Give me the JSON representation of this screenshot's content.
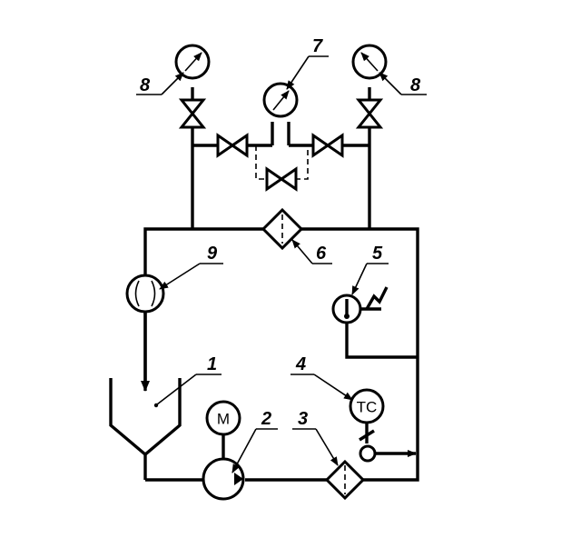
{
  "labels": {
    "tank": "1",
    "pump": "2",
    "filter_lower": "3",
    "temperature_controller": "4",
    "thermometer": "5",
    "filter_upper": "6",
    "pressure_gauge_center": "7",
    "pressure_gauge_left": "8",
    "pressure_gauge_right": "8",
    "flow_meter": "9"
  },
  "symbol_text": {
    "motor": "M",
    "temperature_controller": "TC"
  },
  "icons": {
    "motor": "motor-icon",
    "pump": "pump-icon",
    "filter": "filter-icon",
    "valve": "valve-icon",
    "gauge": "pressure-gauge-icon",
    "flow_meter": "flow-meter-icon",
    "thermometer": "thermometer-icon",
    "tank": "tank-icon"
  },
  "colors": {
    "line": "#000000",
    "background": "#ffffff"
  }
}
